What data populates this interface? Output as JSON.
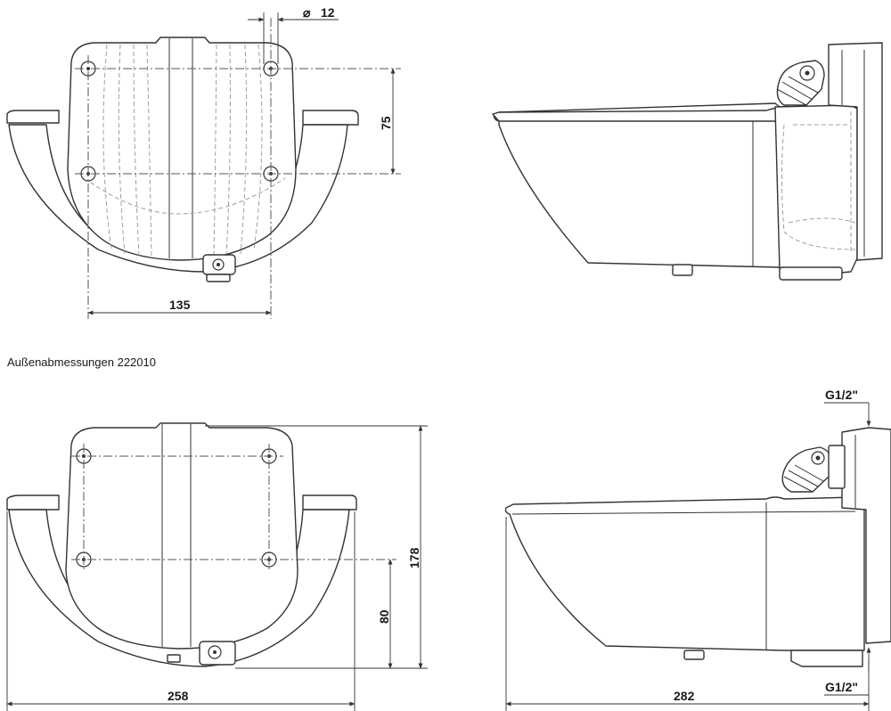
{
  "top_left_view": {
    "dim_hole_diameter": "12",
    "dim_hole_vertical": "75",
    "dim_hole_horizontal": "135"
  },
  "caption": "Außenabmessungen 222010",
  "bottom_left_view": {
    "dim_height": "178",
    "dim_hole_height": "80",
    "dim_width": "258"
  },
  "bottom_right_view": {
    "dim_thread_top": "G1/2\"",
    "dim_thread_bottom": "G1/2\"",
    "dim_length": "282"
  },
  "symbols": {
    "diameter": "⌀"
  }
}
